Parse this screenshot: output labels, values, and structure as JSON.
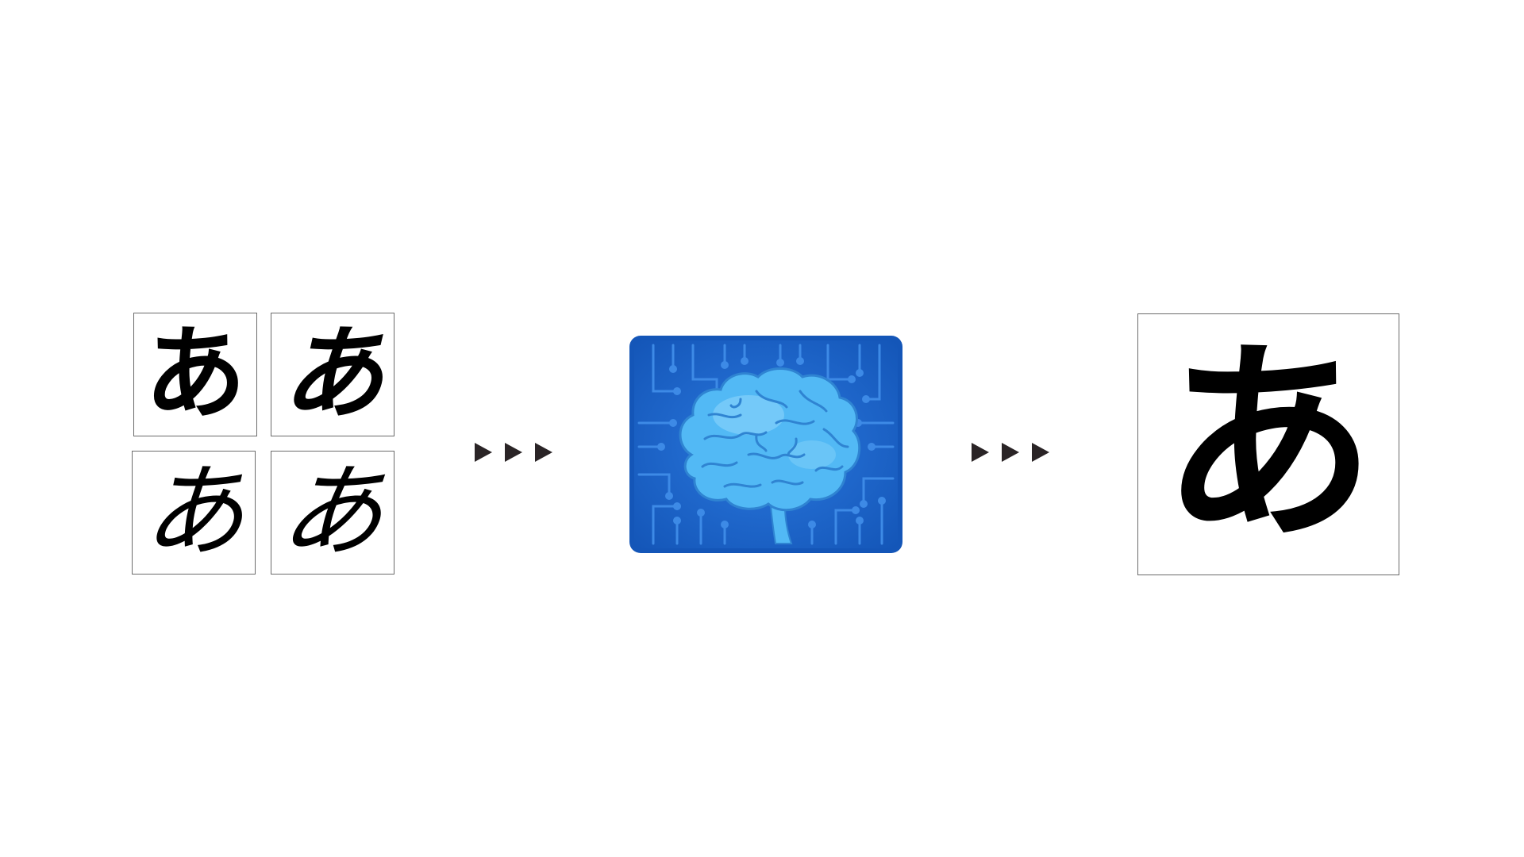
{
  "input_glyphs": [
    {
      "char": "あ",
      "style": "gothic-bold"
    },
    {
      "char": "あ",
      "style": "gothic-bold-italic"
    },
    {
      "char": "あ",
      "style": "mincho-calligraphic"
    },
    {
      "char": "あ",
      "style": "mincho-calligraphic-italic"
    }
  ],
  "output_glyph": {
    "char": "あ",
    "style": "rounded-bold"
  },
  "arrows": {
    "left_count": 3,
    "right_count": 3
  },
  "brain": {
    "icon": "brain-circuit-icon"
  },
  "colors": {
    "panel_dark": "#1456b8",
    "panel_mid": "#1f6ad4",
    "circuit": "#3d8ae6",
    "brain_fill": "#52b9f5",
    "brain_light": "#8fd7fb",
    "brain_line": "#2f84d2",
    "arrow": "#2a2426",
    "box_border": "#6b6b6b"
  }
}
